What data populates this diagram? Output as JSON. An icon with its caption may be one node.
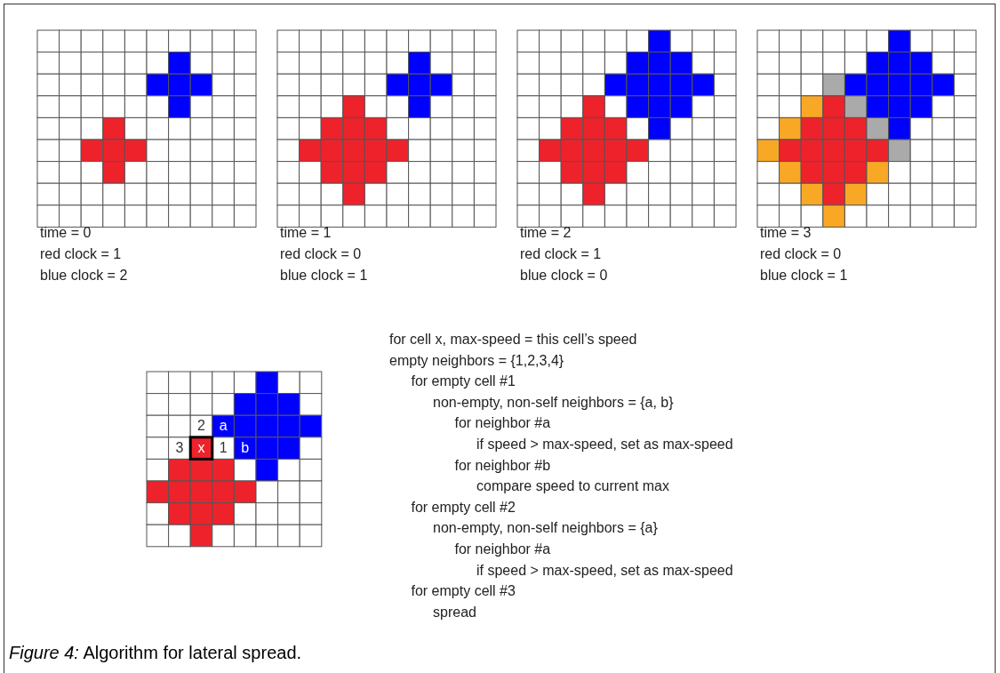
{
  "diagram": {
    "caption": "*Figure 4:* Algorithm for lateral spread.",
    "labels": [
      "time = 0",
      "red clock = 1",
      "blue clock = 2",
      "time = 1",
      "red clock = 0",
      "blue clock = 1",
      "time = 2",
      "red clock = 1",
      "blue clock = 0",
      "time = 3",
      "red clock = 0",
      "blue clock = 1",
      "2",
      "a",
      "3",
      "x",
      "1",
      "b",
      "for cell x, max-speed = this cell’s speed",
      "empty neighbors = {1,2,3,4}",
      "for empty cell #1",
      "non-empty, non-self neighbors = {a, b}",
      "for neighbor #a",
      "if speed > max-speed, set as max-speed",
      "for neighbor #b",
      "compare speed to current max",
      "for empty cell #2",
      "non-empty, non-self neighbors = {a}",
      "for neighbor #a",
      "if speed > max-speed, set as max-speed",
      "for empty cell #3",
      "spread"
    ]
  }
}
